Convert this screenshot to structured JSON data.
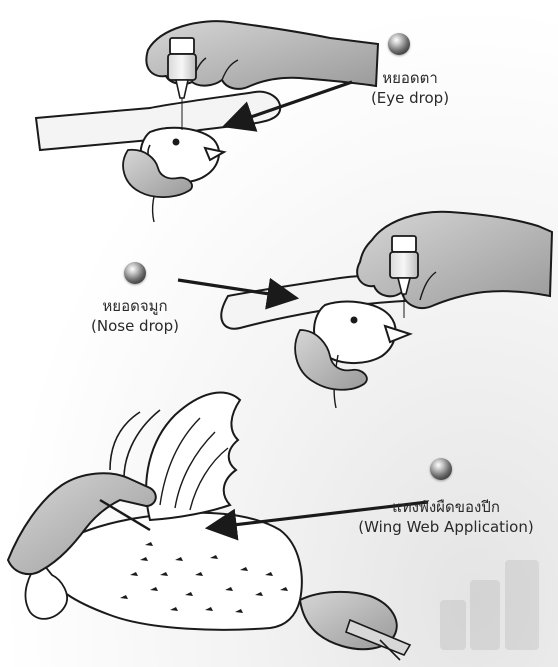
{
  "labels": {
    "eye_drop": {
      "thai": "หยอดตา",
      "english": "(Eye drop)"
    },
    "nose_drop": {
      "thai": "หยอดจมูก",
      "english": "(Nose drop)"
    },
    "wing_web": {
      "thai": "แทงพังผืดของปีก",
      "english": "(Wing Web Application)"
    }
  },
  "colors": {
    "text": "#2a2a2a",
    "glove": "#bdbdbd",
    "line": "#1a1a1a",
    "bullet": "#5a5a5a"
  },
  "icons": [
    "grey-sphere-bullet",
    "gloved-hand",
    "dropper-bottle",
    "chicken-head",
    "bird-wing",
    "arrow"
  ]
}
